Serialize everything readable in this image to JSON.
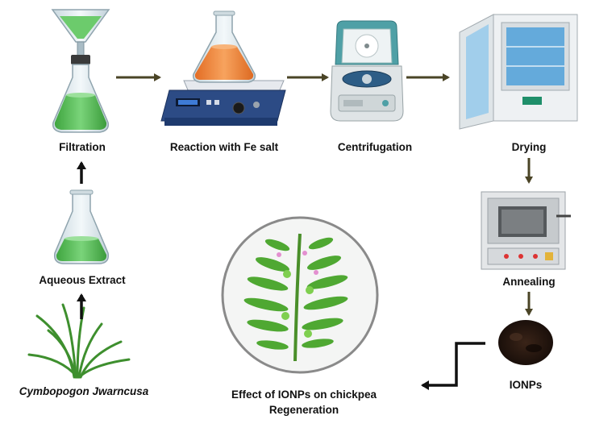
{
  "steps": {
    "filtration": "Filtration",
    "reaction": "Reaction with  Fe salt",
    "centrifugation": "Centrifugation",
    "drying": "Drying",
    "annealing": "Annealing",
    "ionps": "IONPs",
    "aqueous_extract": "Aqueous Extract",
    "plant": "Cymbopogon  Jwarncusa",
    "effect_line1": "Effect of IONPs on chickpea",
    "effect_line2": "Regeneration"
  },
  "colors": {
    "arrow_brown": "#4a4426",
    "arrow_black": "#111111",
    "green_liquid": "#5fc25f",
    "orange_liquid": "#f0843a",
    "glass": "#dfe9ee",
    "instrument_blue": "#2c4b85",
    "centrifuge_teal": "#4fa0a6",
    "leaf_green": "#4fa832",
    "powder": "#2a1a12"
  }
}
